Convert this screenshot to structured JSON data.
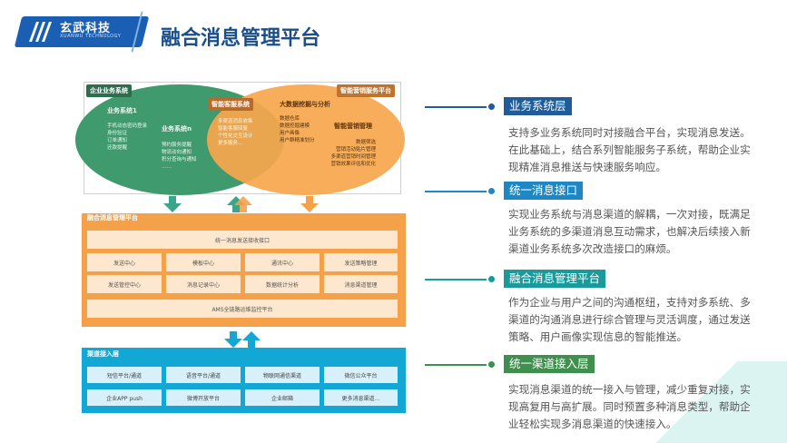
{
  "brand": {
    "name": "玄武科技",
    "sub": "XUANWU TECHNOLOGY",
    "color": "#1a5fb4"
  },
  "page_title": "融合消息管理平台",
  "diagram": {
    "enterprise": {
      "tag": "企业业务系统",
      "sys1": {
        "title": "业务系统1",
        "items": [
          "手机动态密码登录",
          "身份验证",
          "订单通知",
          "还款提醒"
        ]
      },
      "sysn": {
        "title": "业务系统n",
        "items": [
          "预约服务提醒",
          "物流动向通知",
          "积分查询与通知",
          "……"
        ]
      }
    },
    "smart_service": {
      "tag": "智能客服系统",
      "items": [
        "多渠道消息收集",
        "智能客服回复",
        "个性化交互设计",
        "更多服务…"
      ]
    },
    "marketing": {
      "tag": "智能营销服务平台",
      "bigdata": {
        "title": "大数据挖掘与分析",
        "items": [
          "数据仓库",
          "数据挖掘建模",
          "用户画像",
          "用户群精准划分"
        ]
      },
      "mgmt": {
        "title": "智能营销管理",
        "items": [
          "数据筛选",
          "营销活动贴片管理",
          "多渠道营销时间管理",
          "营销效果评估和优化"
        ]
      }
    },
    "platform": {
      "tag": "融合消息管理平台",
      "top_bar": "统一消息发送接收接口",
      "row1": [
        "发送中心",
        "模板中心",
        "通讯中心",
        "发送策略管理"
      ],
      "row2": [
        "发送管控中心",
        "消息记录中心",
        "数据统计分析",
        "消息渠道管理"
      ],
      "bottom_bar": "AMS全链路运维监控平台"
    },
    "channels": {
      "tag": "渠道接入层",
      "row1": [
        "短信平台/通道",
        "语音平台/通道",
        "物联网通信渠道",
        "微信公众平台"
      ],
      "row2": [
        "企业APP push",
        "微博开放平台",
        "企业邮箱",
        "更多消息渠道…"
      ]
    }
  },
  "legend": [
    {
      "title": "业务系统层",
      "color": "#1f5c99",
      "desc": "支持多业务系统同时对接融合平台，实现消息发送。在此基础上，结合系列智能服务子系统，帮助企业实现精准消息推送与快速服务响应。"
    },
    {
      "title": "统一消息接口",
      "color": "#1e88c7",
      "desc": "实现业务系统与消息渠道的解耦，一次对接，既满足业务系统的多渠道消息互动需求，也解决后续接入新渠道业务系统多次改造接口的麻烦。"
    },
    {
      "title": "融合消息管理平台",
      "color": "#1a9a9a",
      "desc": "作为企业与用户之间的沟通枢纽，支持对多系统、多渠道的沟通消息进行综合管理与灵活调度，通过发送策略、用户画像实现信息的智能推送。"
    },
    {
      "title": "统一渠道接入层",
      "color": "#3f8f4e",
      "desc": "实现消息渠道的统一接入与管理，减少重复对接，实现高复用与高扩展。同时预置多种消息类型，帮助企业轻松实现多消息渠道的快速接入。"
    }
  ]
}
